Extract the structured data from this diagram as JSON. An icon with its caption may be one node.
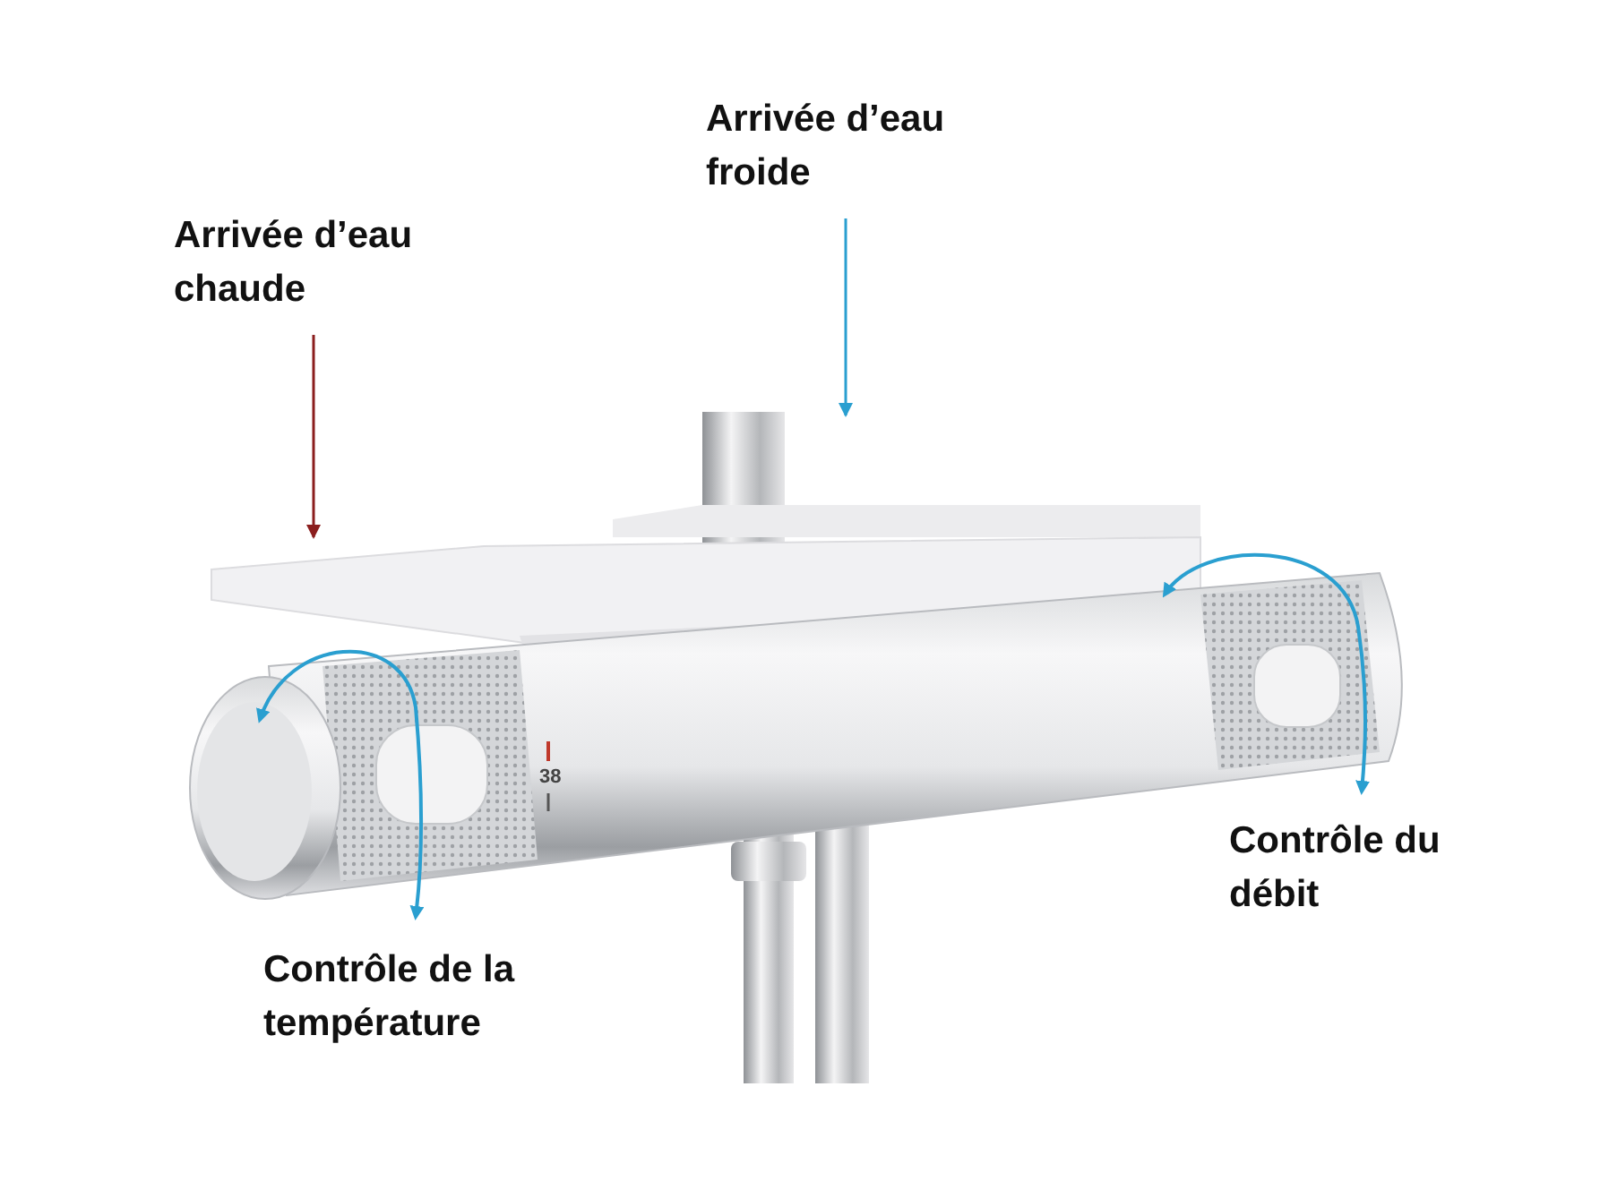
{
  "diagram": {
    "nodes": [
      {
        "text": [
          "Arrivée d’eau chaude"
        ]
      },
      {
        "text": [
          "Arrivée d’eau froide"
        ]
      }
    ],
    "edges": [
      {
        "from": 0,
        "to": null,
        "arrow": "to",
        "color": "#8b1e1e"
      },
      {
        "from": 1,
        "to": null,
        "arrow": "to",
        "color": "#2a9fd0"
      }
    ],
    "labels": [
      "38",
      "Contrôle du débit",
      "Contrôle de la température"
    ]
  }
}
